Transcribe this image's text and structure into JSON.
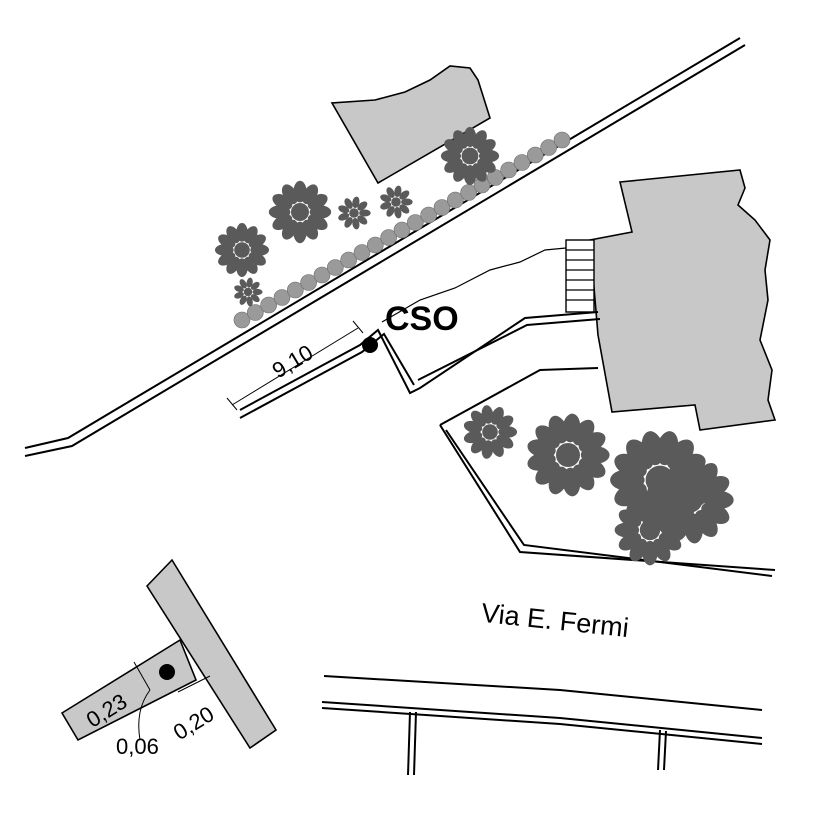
{
  "map": {
    "site_label": "CSO",
    "street_label": "Via E. Fermi",
    "dimension_main": "9,10",
    "detail": {
      "dim_width": "0,23",
      "dim_offset": "0,06",
      "dim_wall": "0,20"
    }
  },
  "colors": {
    "building_fill": "#c8c8c8",
    "tree_fill": "#5a5a5a",
    "line": "#000000",
    "background": "#ffffff"
  }
}
